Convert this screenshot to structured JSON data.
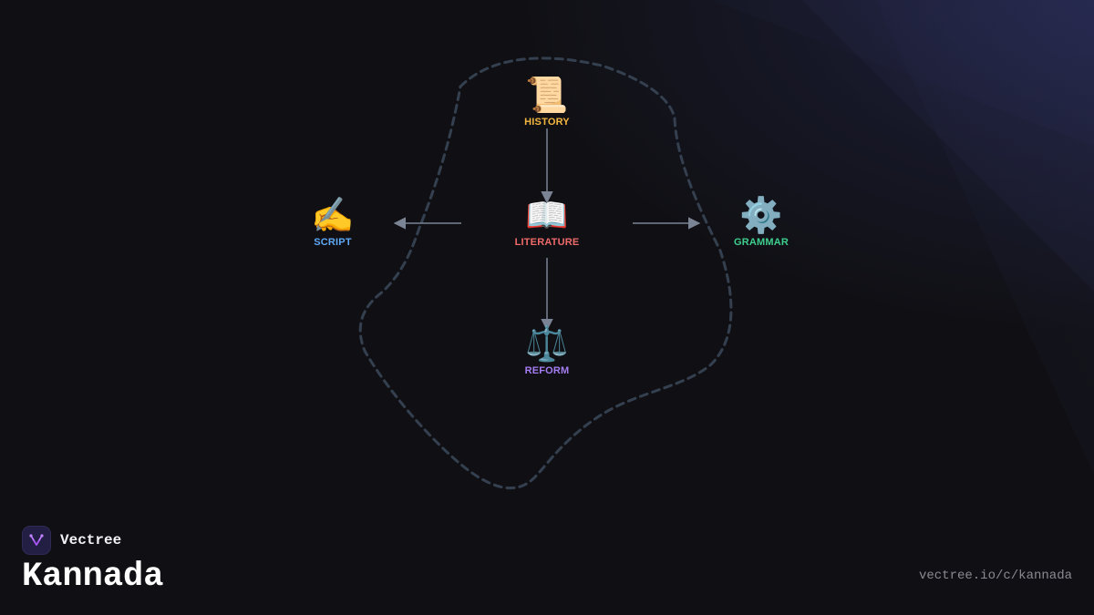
{
  "brand": {
    "name": "Vectree",
    "logo_color": "#a855f7"
  },
  "page": {
    "title": "Kannada",
    "url": "vectree.io/c/kannada"
  },
  "colors": {
    "background": "#101014",
    "connector": "#7a8494",
    "boundary": "#34404f"
  },
  "diagram": {
    "nodes": [
      {
        "id": "history",
        "label": "HISTORY",
        "glyph": "📜",
        "icon": "scroll-icon",
        "color": "#f4b63f"
      },
      {
        "id": "literature",
        "label": "LITERATURE",
        "glyph": "📖",
        "icon": "open-book-icon",
        "color": "#f06a6a"
      },
      {
        "id": "script",
        "label": "SCRIPT",
        "glyph": "✍️",
        "icon": "writing-hand-icon",
        "color": "#5fa8f5"
      },
      {
        "id": "grammar",
        "label": "GRAMMAR",
        "glyph": "⚙️",
        "icon": "gear-icon",
        "color": "#3ecf8e"
      },
      {
        "id": "reform",
        "label": "REFORM",
        "glyph": "⚖️",
        "icon": "balance-scale-icon",
        "color": "#a57cf2"
      }
    ],
    "edges": [
      {
        "from": "history",
        "to": "literature"
      },
      {
        "from": "literature",
        "to": "script"
      },
      {
        "from": "literature",
        "to": "grammar"
      },
      {
        "from": "literature",
        "to": "reform"
      }
    ]
  }
}
